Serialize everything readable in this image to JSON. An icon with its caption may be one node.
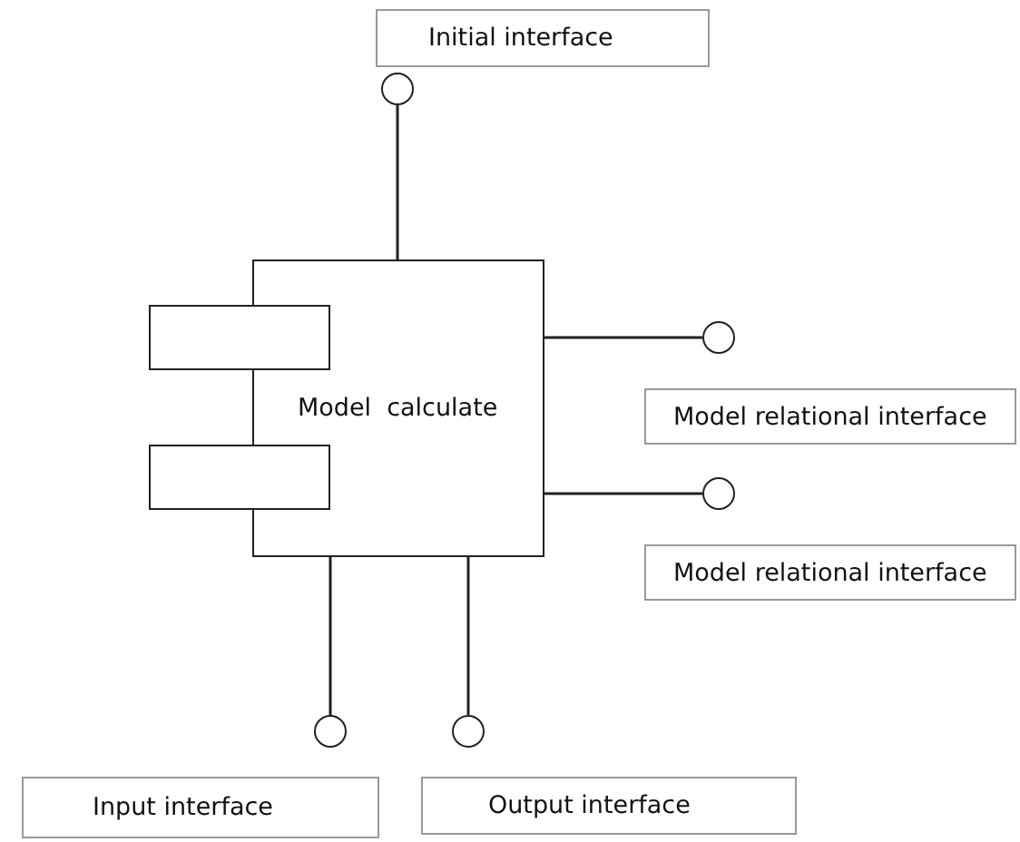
{
  "diagram": {
    "nodes": [
      {
        "text": [
          "Initial interface"
        ]
      },
      {
        "text": [
          "Model  calculate"
        ]
      },
      {
        "text": [],
        "shape": "box"
      },
      {
        "text": [],
        "shape": "box"
      },
      {
        "text": [
          "Model relational interface"
        ]
      },
      {
        "text": [
          "Model relational interface"
        ]
      },
      {
        "text": [
          "Input interface"
        ]
      },
      {
        "text": [
          "Output interface"
        ]
      },
      {
        "text": [],
        "shape": "circle"
      },
      {
        "text": [],
        "shape": "circle"
      },
      {
        "text": [],
        "shape": "circle"
      },
      {
        "text": [],
        "shape": "circle"
      },
      {
        "text": [],
        "shape": "circle"
      }
    ],
    "edges": [
      {
        "from": 8,
        "to": 1,
        "arrow": "none"
      },
      {
        "from": 1,
        "to": 9,
        "arrow": "none"
      },
      {
        "from": 1,
        "to": 10,
        "arrow": "none"
      },
      {
        "from": 1,
        "to": 11,
        "arrow": "none"
      },
      {
        "from": 1,
        "to": 12,
        "arrow": "none"
      }
    ]
  }
}
